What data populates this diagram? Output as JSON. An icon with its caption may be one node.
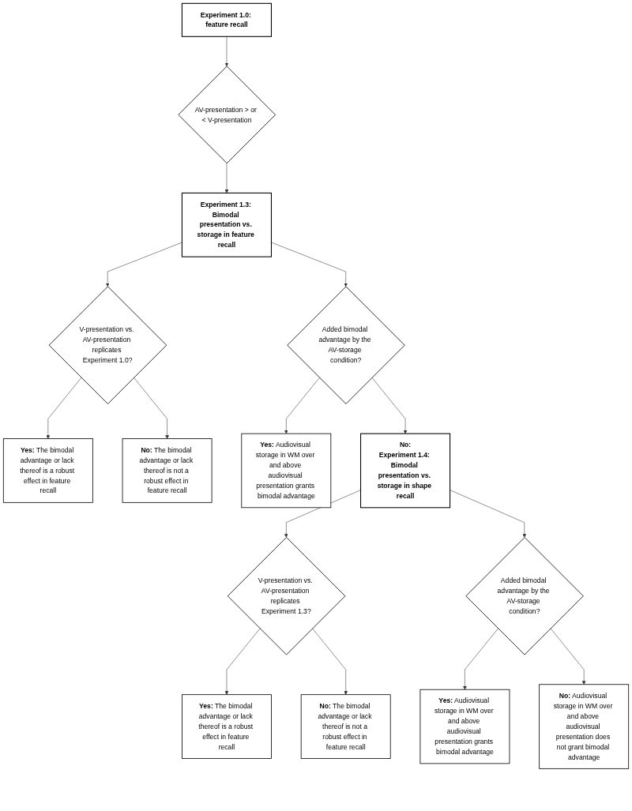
{
  "diagram": {
    "nodes": [
      {
        "text": [
          "Experiment 1.0: feature recall"
        ]
      },
      {
        "text": [
          "AV-presentation > or < V-presentation"
        ]
      },
      {
        "text": [
          "Experiment 1.3: Bimodal presentation vs. storage in feature recall"
        ]
      },
      {
        "text": [
          "V-presentation vs. AV-presentation replicates Experiment 1.0?"
        ]
      },
      {
        "text": [
          "Added bimodal advantage by the AV-storage condition?"
        ]
      },
      {
        "text": [
          "**Yes:** The bimodal advantage or lack thereof is a robust effect in feature recall"
        ]
      },
      {
        "text": [
          "**No:** The bimodal advantage or lack thereof is not a robust effect in feature recall"
        ]
      },
      {
        "text": [
          "**Yes:** Audiovisual storage in WM over and above audiovisual presentation grants bimodal advantage"
        ]
      },
      {
        "text": [
          "No:",
          "Experiment 1.4: Bimodal presentation vs. storage in shape recall"
        ]
      },
      {
        "text": [
          "V-presentation vs. AV-presentation replicates Experiment 1.3?"
        ]
      },
      {
        "text": [
          "Added bimodal advantage by the AV-storage condition?"
        ]
      },
      {
        "text": [
          "**Yes:** The bimodal advantage or lack thereof is a robust effect in feature recall"
        ]
      },
      {
        "text": [
          "**No:** The bimodal advantage or lack thereof is not a robust effect in feature recall"
        ]
      },
      {
        "text": [
          "**Yes:** Audiovisual storage in WM over and above audiovisual presentation grants bimodal advantage"
        ]
      },
      {
        "text": [
          "**No:** Audiovisual storage in WM over and above audiovisual presentation does not grant bimodal advantage"
        ]
      }
    ],
    "edges": [
      {
        "from": 0,
        "to": 1,
        "arrow": "to"
      },
      {
        "from": 1,
        "to": 2,
        "arrow": "to"
      },
      {
        "from": 2,
        "to": 3,
        "arrow": "to"
      },
      {
        "from": 2,
        "to": 4,
        "arrow": "to"
      },
      {
        "from": 3,
        "to": 5,
        "arrow": "to"
      },
      {
        "from": 3,
        "to": 6,
        "arrow": "to"
      },
      {
        "from": 4,
        "to": 7,
        "arrow": "to"
      },
      {
        "from": 4,
        "to": 8,
        "arrow": "to"
      },
      {
        "from": 8,
        "to": 9,
        "arrow": "to"
      },
      {
        "from": 8,
        "to": 10,
        "arrow": "to"
      },
      {
        "from": 9,
        "to": 11,
        "arrow": "to"
      },
      {
        "from": 9,
        "to": 12,
        "arrow": "to"
      },
      {
        "from": 10,
        "to": 13,
        "arrow": "to"
      },
      {
        "from": 10,
        "to": 14,
        "arrow": "to"
      }
    ]
  }
}
